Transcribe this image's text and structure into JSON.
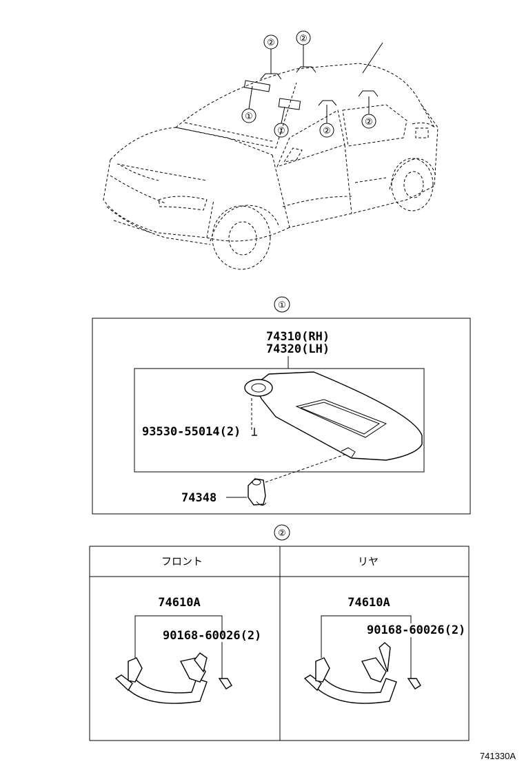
{
  "callout_symbols": {
    "one": "①",
    "two": "②"
  },
  "car_callouts": [
    "②",
    "②",
    "①",
    "①",
    "②",
    "②"
  ],
  "section1": {
    "marker": "①",
    "part_rh": "74310(RH)",
    "part_lh": "74320(LH)",
    "screw": "93530-55014(2)",
    "holder": "74348"
  },
  "section2": {
    "marker": "②",
    "front_header": "フロント",
    "rear_header": "リヤ",
    "front": {
      "part": "74610A",
      "screw": "90168-60026(2)"
    },
    "rear": {
      "part": "74610A",
      "screw": "90168-60026(2)"
    }
  },
  "figure_id": "741330A"
}
